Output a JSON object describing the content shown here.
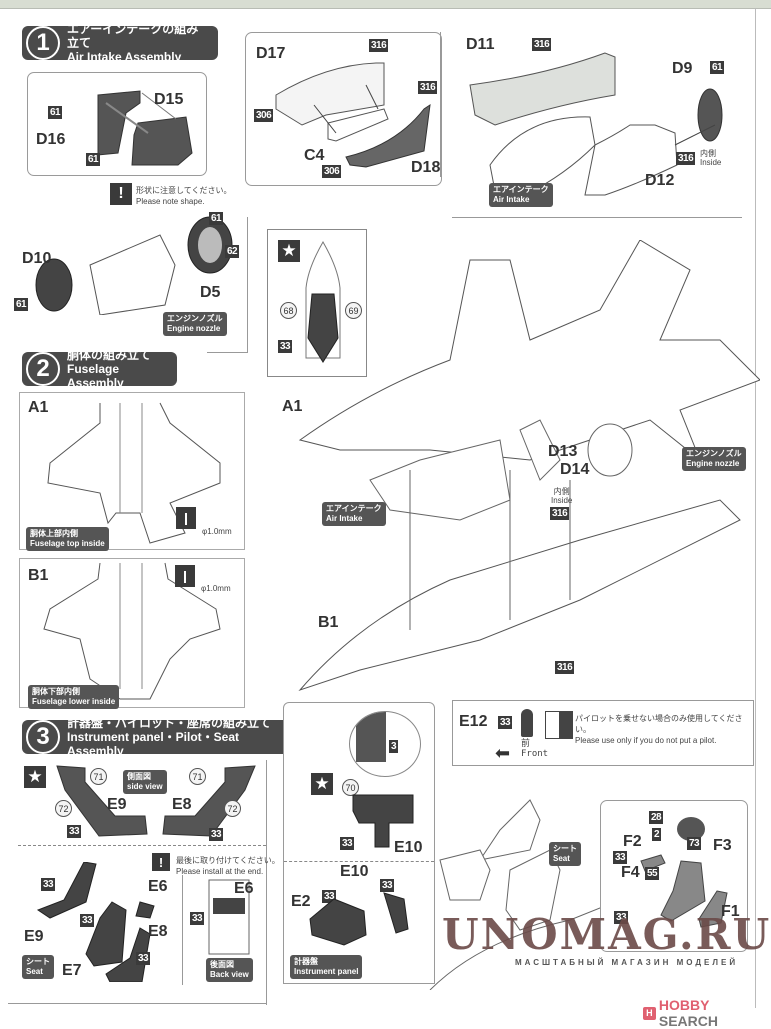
{
  "step1": {
    "number": "1",
    "title_jp": "エアーインテークの組み立て",
    "title_en": "Air Intake Assembly",
    "panel_a": {
      "parts": [
        "D15",
        "D16"
      ],
      "color_codes": [
        "61",
        "61"
      ]
    },
    "panel_b": {
      "parts": [
        "D17",
        "C4",
        "D18"
      ],
      "color_codes": [
        "316",
        "316",
        "306",
        "306"
      ]
    },
    "panel_c": {
      "parts": [
        "D11",
        "D9",
        "D12"
      ],
      "color_codes": [
        "316",
        "61",
        "316"
      ],
      "inside_jp": "内側",
      "inside_en": "Inside",
      "tag_jp": "エアインテーク",
      "tag_en": "Air Intake"
    },
    "nozzle": {
      "note_jp": "形状に注意してください。",
      "note_en": "Please note shape.",
      "parts": [
        "D10",
        "D5"
      ],
      "color_codes": [
        "61",
        "61",
        "62"
      ],
      "tag_jp": "エンジンノズル",
      "tag_en": "Engine nozzle"
    }
  },
  "step2": {
    "number": "2",
    "title_jp": "胴体の組み立て",
    "title_en": "Fuselage Assembly",
    "top_inside": {
      "part": "A1",
      "tag_jp": "胴体上部内側",
      "tag_en": "Fuselage top inside",
      "drill": "φ1.0mm"
    },
    "lower_inside": {
      "part": "B1",
      "tag_jp": "胴体下部内側",
      "tag_en": "Fuselage lower inside",
      "drill": "φ1.0mm"
    },
    "cockpit_detail": {
      "color_codes_circle": [
        "68",
        "69"
      ],
      "color_code_box": "33"
    },
    "main": {
      "parts": [
        "A1",
        "B1",
        "D13",
        "D14"
      ],
      "intake_tag_jp": "エアインテーク",
      "intake_tag_en": "Air Intake",
      "nozzle_tag_jp": "エンジンノズル",
      "nozzle_tag_en": "Engine nozzle",
      "inside_jp": "内側",
      "inside_en": "Inside",
      "color_codes": [
        "316",
        "316"
      ]
    }
  },
  "step3": {
    "number": "3",
    "title_jp": "計器盤・パイロット・座席の組み立て",
    "title_en": "Instrument panel・Pilot・Seat Assembly",
    "side_view": {
      "tag_jp": "側面図",
      "tag_en": "side view",
      "left": {
        "part": "E9",
        "codes": [
          "71",
          "72",
          "33"
        ]
      },
      "right": {
        "part": "E8",
        "codes": [
          "71",
          "72",
          "33"
        ]
      }
    },
    "seat": {
      "parts": [
        "E9",
        "E7",
        "E6",
        "E8"
      ],
      "codes": [
        "33",
        "33",
        "33"
      ],
      "note_jp": "最後に取り付けてください。",
      "note_en": "Please install at the end.",
      "tag_jp": "シート",
      "tag_en": "Seat"
    },
    "back_view": {
      "part": "E6",
      "code": "33",
      "tag_jp": "後面図",
      "tag_en": "Back view"
    },
    "panel_detail": {
      "code_box": "3",
      "code_circle": "70",
      "code_33": "33",
      "part": "E10"
    },
    "instrument": {
      "parts": [
        "E10",
        "E2"
      ],
      "codes": [
        "33",
        "33"
      ],
      "tag_jp": "計器盤",
      "tag_en": "Instrument panel"
    },
    "e12": {
      "part": "E12",
      "code": "33",
      "front_jp": "前",
      "front_en": "Front",
      "note_jp": "パイロットを乗せない場合のみ使用してください。",
      "note_en": "Please use only if you do not put a pilot."
    },
    "seat_tag_jp": "シート",
    "seat_tag_en": "Seat",
    "pilot": {
      "parts": [
        "F2",
        "F3",
        "F4",
        "F1"
      ],
      "codes": [
        "28",
        "2",
        "73",
        "33",
        "55",
        "33"
      ]
    }
  },
  "watermark": {
    "main": "UNOMAG.RU",
    "sub": "МАСШТАБНЫЙ МАГАЗИН МОДЕЛЕЙ"
  },
  "branding": {
    "h": "H",
    "name": "HOBBY",
    "search": "SEARCH"
  }
}
